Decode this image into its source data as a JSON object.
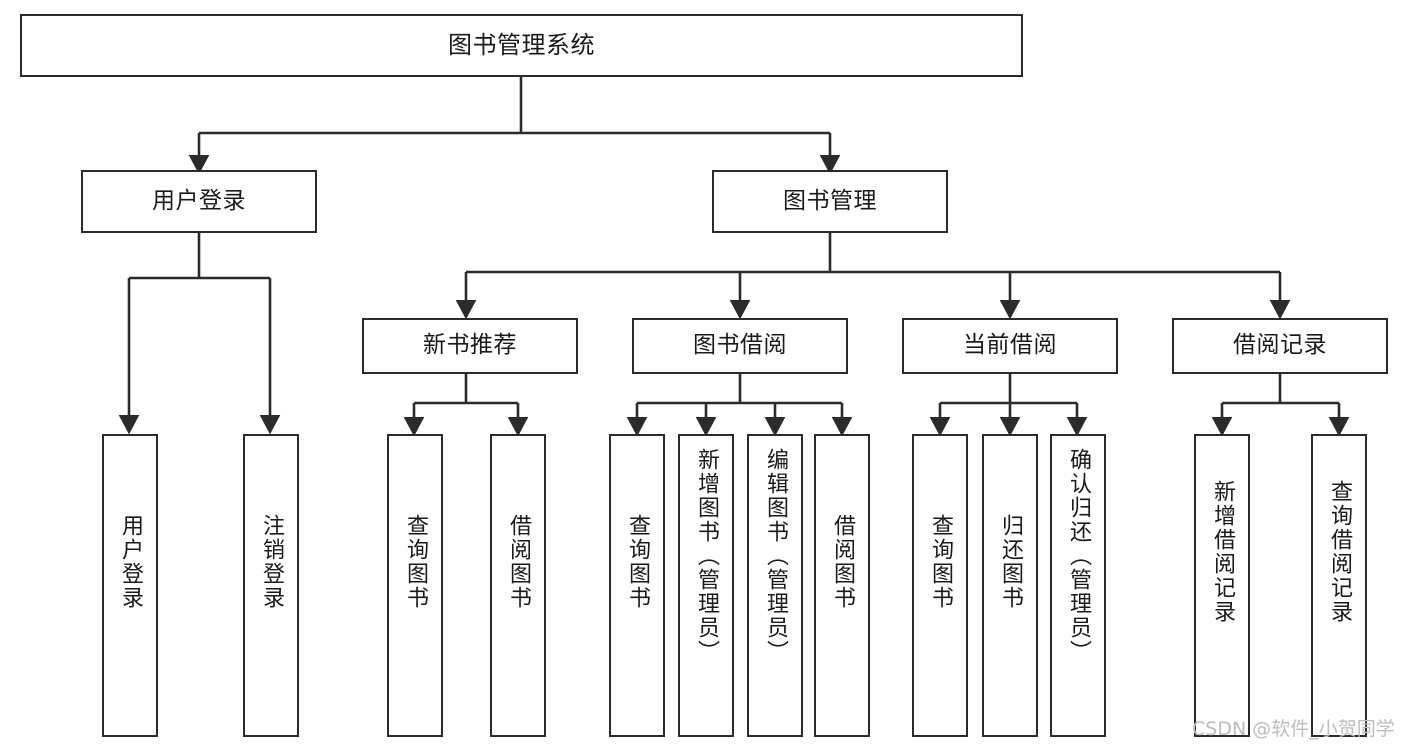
{
  "diagram": {
    "title": "图书管理系统",
    "type": "hierarchy-tree",
    "colors": {
      "box_border": "#2b2b2b",
      "box_fill": "#ffffff",
      "connector": "#2b2b2b",
      "text": "#1a1a1a",
      "watermark": "#bdbdbd",
      "background": "#ffffff"
    },
    "levels": [
      {
        "level": 1,
        "nodes": [
          {
            "id": "root",
            "label": "图书管理系统",
            "orientation": "horizontal"
          }
        ]
      },
      {
        "level": 2,
        "nodes": [
          {
            "id": "login",
            "label": "用户登录",
            "orientation": "horizontal",
            "parent": "root"
          },
          {
            "id": "bookmgmt",
            "label": "图书管理",
            "orientation": "horizontal",
            "parent": "root"
          }
        ]
      },
      {
        "level": 3,
        "nodes": [
          {
            "id": "newbook",
            "label": "新书推荐",
            "orientation": "horizontal",
            "parent": "bookmgmt"
          },
          {
            "id": "borrow",
            "label": "图书借阅",
            "orientation": "horizontal",
            "parent": "bookmgmt"
          },
          {
            "id": "current",
            "label": "当前借阅",
            "orientation": "horizontal",
            "parent": "bookmgmt"
          },
          {
            "id": "records",
            "label": "借阅记录",
            "orientation": "horizontal",
            "parent": "bookmgmt"
          }
        ]
      },
      {
        "level": 4,
        "nodes": [
          {
            "id": "leaf-user-login",
            "label": "用户登录",
            "orientation": "vertical",
            "parent": "login"
          },
          {
            "id": "leaf-user-logout",
            "label": "注销登录",
            "orientation": "vertical",
            "parent": "login"
          },
          {
            "id": "leaf-new-query",
            "label": "查询图书",
            "orientation": "vertical",
            "parent": "newbook"
          },
          {
            "id": "leaf-new-borrow",
            "label": "借阅图书",
            "orientation": "vertical",
            "parent": "newbook"
          },
          {
            "id": "leaf-borrow-query",
            "label": "查询图书",
            "orientation": "vertical",
            "parent": "borrow"
          },
          {
            "id": "leaf-borrow-add",
            "label": "新增图书（管理员）",
            "orientation": "vertical",
            "parent": "borrow"
          },
          {
            "id": "leaf-borrow-edit",
            "label": "编辑图书（管理员）",
            "orientation": "vertical",
            "parent": "borrow"
          },
          {
            "id": "leaf-borrow-lend",
            "label": "借阅图书",
            "orientation": "vertical",
            "parent": "borrow"
          },
          {
            "id": "leaf-current-query",
            "label": "查询图书",
            "orientation": "vertical",
            "parent": "current"
          },
          {
            "id": "leaf-current-return",
            "label": "归还图书",
            "orientation": "vertical",
            "parent": "current"
          },
          {
            "id": "leaf-current-confirm",
            "label": "确认归还（管理员）",
            "orientation": "vertical",
            "parent": "current"
          },
          {
            "id": "leaf-record-add",
            "label": "新增借阅记录",
            "orientation": "vertical",
            "parent": "records"
          },
          {
            "id": "leaf-record-query",
            "label": "查询借阅记录",
            "orientation": "vertical",
            "parent": "records"
          }
        ]
      }
    ],
    "watermark": "CSDN @软件_小贺同学"
  }
}
